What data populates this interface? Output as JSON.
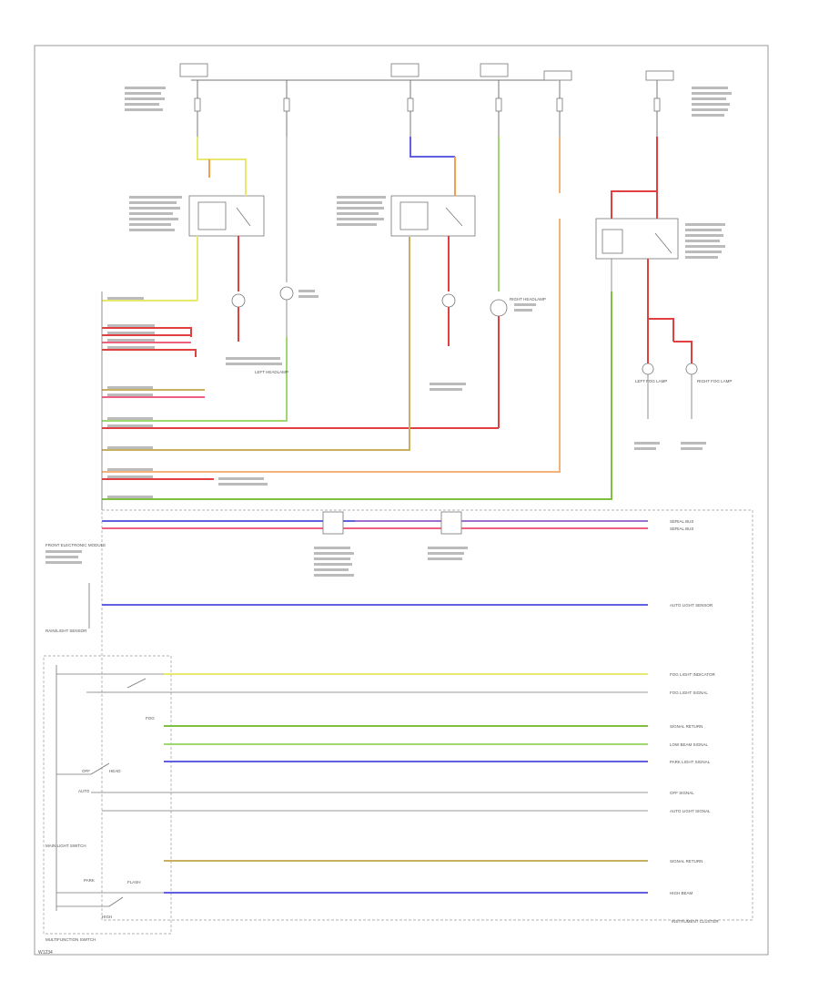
{
  "page_code": "W1234",
  "colors": {
    "yellow": "#e8e870",
    "orange": "#f0a050",
    "green": "#80c040",
    "blue": "#6060e0",
    "violet": "#a070d0",
    "red": "#e04040",
    "pink": "#f06080",
    "tan": "#c8b060",
    "lightgreen": "#a0d870",
    "lightorange": "#f4b27a",
    "gray": "#888888"
  },
  "modules": {
    "instrument_cluster": "INSTRUMENT CLUSTER",
    "multifunction_switch": "MULTIFUNCTION SWITCH",
    "main_light_switch": "MAIN LIGHT SWITCH",
    "rain_light_sensor": "RAIN/LIGHT SENSOR",
    "front_electronic_module": "FRONT ELECTRONIC MODULE"
  },
  "cluster_signals": [
    "SERIAL BUS",
    "SERIAL BUS",
    "AUTO LIGHT SENSOR",
    "FOG LIGHT INDICATOR",
    "FOG LIGHT SIGNAL",
    "SIGNAL RETURN",
    "LOW BEAM SIGNAL",
    "PARK LIGHT SIGNAL",
    "OFF SIGNAL",
    "AUTO LIGHT SIGNAL",
    "SIGNAL RETURN",
    "HIGH BEAM"
  ],
  "switch_positions": [
    "PARK",
    "AUTO",
    "OFF",
    "HEAD",
    "FOG",
    "FLASH",
    "HIGH"
  ],
  "loads": {
    "left_headlamp": "LEFT HEADLAMP",
    "right_headlamp": "RIGHT HEADLAMP",
    "left_fog_lamp": "LEFT FOG LAMP",
    "right_fog_lamp": "RIGHT FOG LAMP"
  }
}
